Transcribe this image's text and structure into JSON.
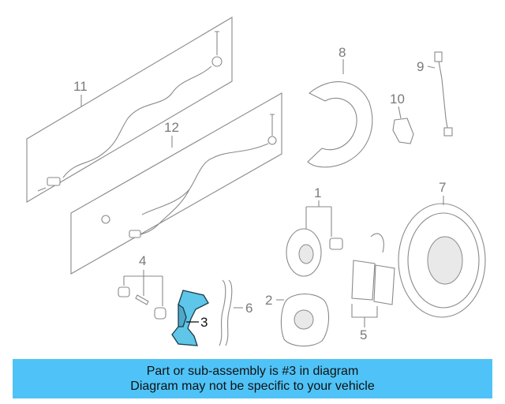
{
  "diagram": {
    "callouts": {
      "c1": "1",
      "c2": "2",
      "c3": "3",
      "c4": "4",
      "c5": "5",
      "c6": "6",
      "c7": "7",
      "c8": "8",
      "c9": "9",
      "c10": "10",
      "c11": "11",
      "c12": "12"
    },
    "highlighted_part": "3",
    "highlight_color": "#5ec6e8"
  },
  "banner": {
    "line1": "Part or sub-assembly is #3 in diagram",
    "line2": "Diagram may not be specific to your vehicle",
    "background": "#4fc3f7"
  }
}
